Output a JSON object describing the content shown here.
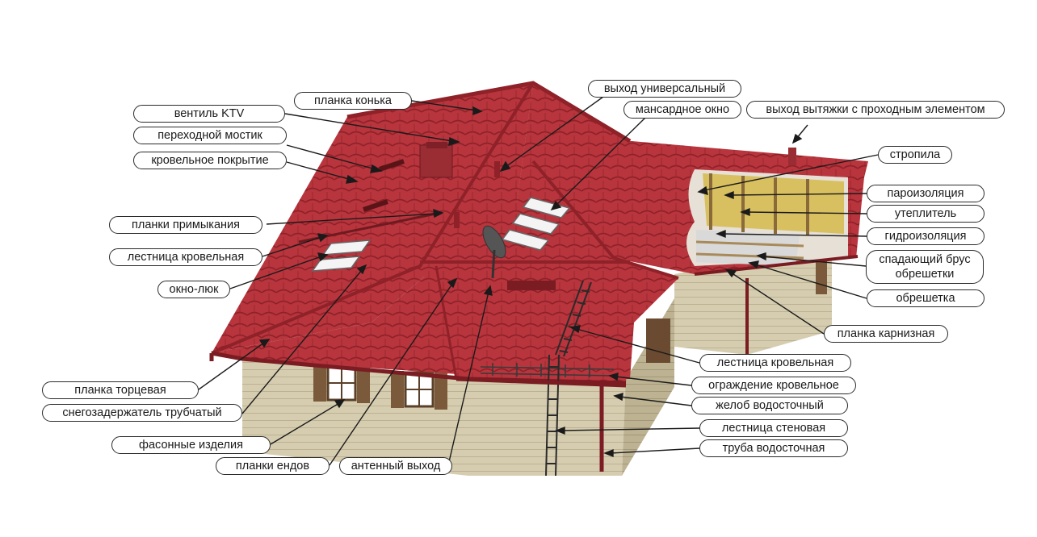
{
  "labels": {
    "ridge_strip": "планка конька",
    "ktv_valve": "вентиль KTV",
    "walkway": "переходной мостик",
    "roof_covering": "кровельное покрытие",
    "abutment_strips": "планки примыкания",
    "roof_ladder_left": "лестница кровельная",
    "hatch_window": "окно-люк",
    "gable_strip": "планка торцевая",
    "tubular_snow_guard": "снегозадержатель трубчатый",
    "shaped_products": "фасонные изделия",
    "valley_strips": "планки ендов",
    "antenna_outlet": "антенный выход",
    "universal_outlet": "выход универсальный",
    "dormer_window": "мансардное окно",
    "exhaust_outlet": "выход вытяжки с проходным элементом",
    "rafters": "стропила",
    "vapor_barrier": "пароизоляция",
    "insulation": "утеплитель",
    "waterproofing": "гидроизоляция",
    "counter_batten_line1": "спадающий брус",
    "counter_batten_line2": "обрешетки",
    "battens": "обрешетка",
    "eaves_strip": "планка карнизная",
    "roof_ladder_right": "лестница кровельная",
    "roof_railing": "ограждение кровельное",
    "gutter": "желоб водосточный",
    "wall_ladder": "лестница стеновая",
    "downpipe": "труба водосточная"
  },
  "colors": {
    "roof": "#b8353d",
    "roof_dark": "#8f2129",
    "wall": "#d6cdb0",
    "wall_shadow": "#b9af8f",
    "insulation": "#d8c060",
    "shutter": "#7a5a3a"
  }
}
